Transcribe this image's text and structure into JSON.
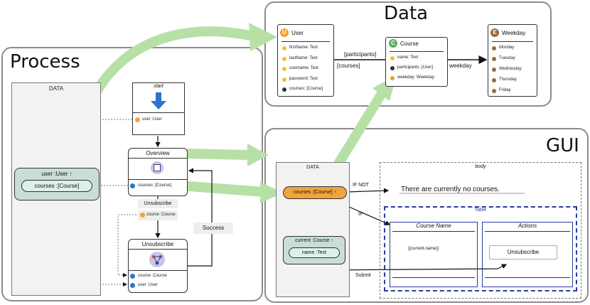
{
  "panels": {
    "data_title": "Data",
    "process_title": "Process",
    "gui_title": "GUI"
  },
  "data_model": {
    "user": {
      "badge": "U",
      "name": "User",
      "attrs": [
        "firstName: Text",
        "lastName: Text",
        "username: Text",
        "password: Text",
        "courses: [Course]"
      ]
    },
    "course": {
      "badge": "C",
      "name": "Course",
      "attrs": [
        "name: Text",
        "participants: [User]",
        "weekday: Weekday"
      ]
    },
    "weekday": {
      "badge": "E",
      "name": "Weekday",
      "values": [
        "Monday",
        "Tuesday",
        "Wednesday",
        "Thursday",
        "Friday"
      ]
    },
    "assoc_participants": "[participants]",
    "assoc_courses": "[courses]",
    "assoc_weekday": "weekday"
  },
  "process": {
    "data_header": "DATA",
    "user_node": "user :User ↑",
    "courses_node": "courses :[Course]",
    "start_label": "start",
    "start_param": "user :User",
    "overview_title": "Overview",
    "overview_param": "courses :[Course]",
    "unsubscribe_btn": "Unsubscribe",
    "unsubscribe_param": "course :Course",
    "unsubscribe_title": "Unsubscribe",
    "unsub_param1": "course :Course",
    "unsub_param2": "user :User",
    "success_label": "Success"
  },
  "gui": {
    "data_header": "DATA",
    "courses_node": "courses :[Course] ↑",
    "current_node": "current :Course ↑",
    "name_node": "name :Text",
    "if_not": "IF NOT",
    "if_label": "IF",
    "submit_label": "Submit",
    "body_label": "body",
    "no_courses_text": "There are currently no courses.",
    "table_label": "Table",
    "col1": "Course Name",
    "col2": "Actions",
    "template": "{{current.name}}",
    "unsubscribe_button": "Unsubscribe"
  },
  "colors": {
    "green_arrow": "#b7e0a7",
    "orange": "#f2a33a",
    "user_badge": "#f0a030",
    "course_badge": "#5aae60",
    "enum_badge": "#9a6a3a",
    "blue_table": "#2b3aa0",
    "process_blue": "#2e74c9",
    "teal_node": "#c9ddd9"
  }
}
